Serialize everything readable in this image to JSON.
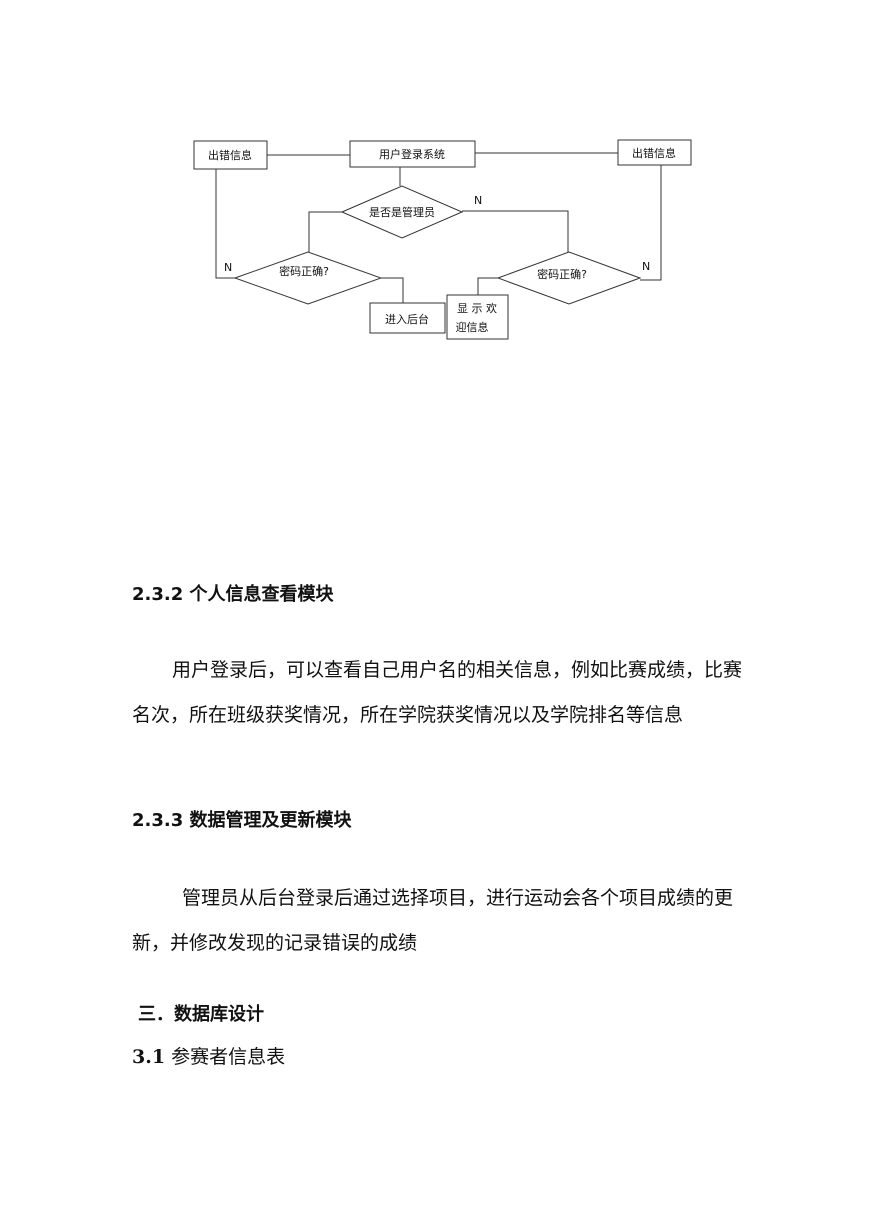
{
  "flowchart": {
    "login": "用户登录系统",
    "error_left": "出错信息",
    "error_right": "出错信息",
    "is_admin": "是否是管理员",
    "pwd_left": "密码正确?",
    "pwd_right": "密码正确?",
    "enter_backend": "进入后台",
    "welcome_line1": "显 示 欢",
    "welcome_line2": "迎信息",
    "n_admin": "N",
    "n_left": "N",
    "n_right": "N"
  },
  "sections": {
    "s232_title": "2.3.2 个人信息查看模块",
    "s232_body": "用户登录后，可以查看自己用户名的相关信息，例如比赛成绩，比赛名次，所在班级获奖情况，所在学院获奖情况以及学院排名等信息",
    "s233_title": "2.3.3 数据管理及更新模块",
    "s233_body": "管理员从后台登录后通过选择项目，进行运动会各个项目成绩的更新，并修改发现的记录错误的成绩",
    "s3_title": "三．数据库设计",
    "s31_num": "3.1",
    "s31_title": "参赛者信息表"
  }
}
